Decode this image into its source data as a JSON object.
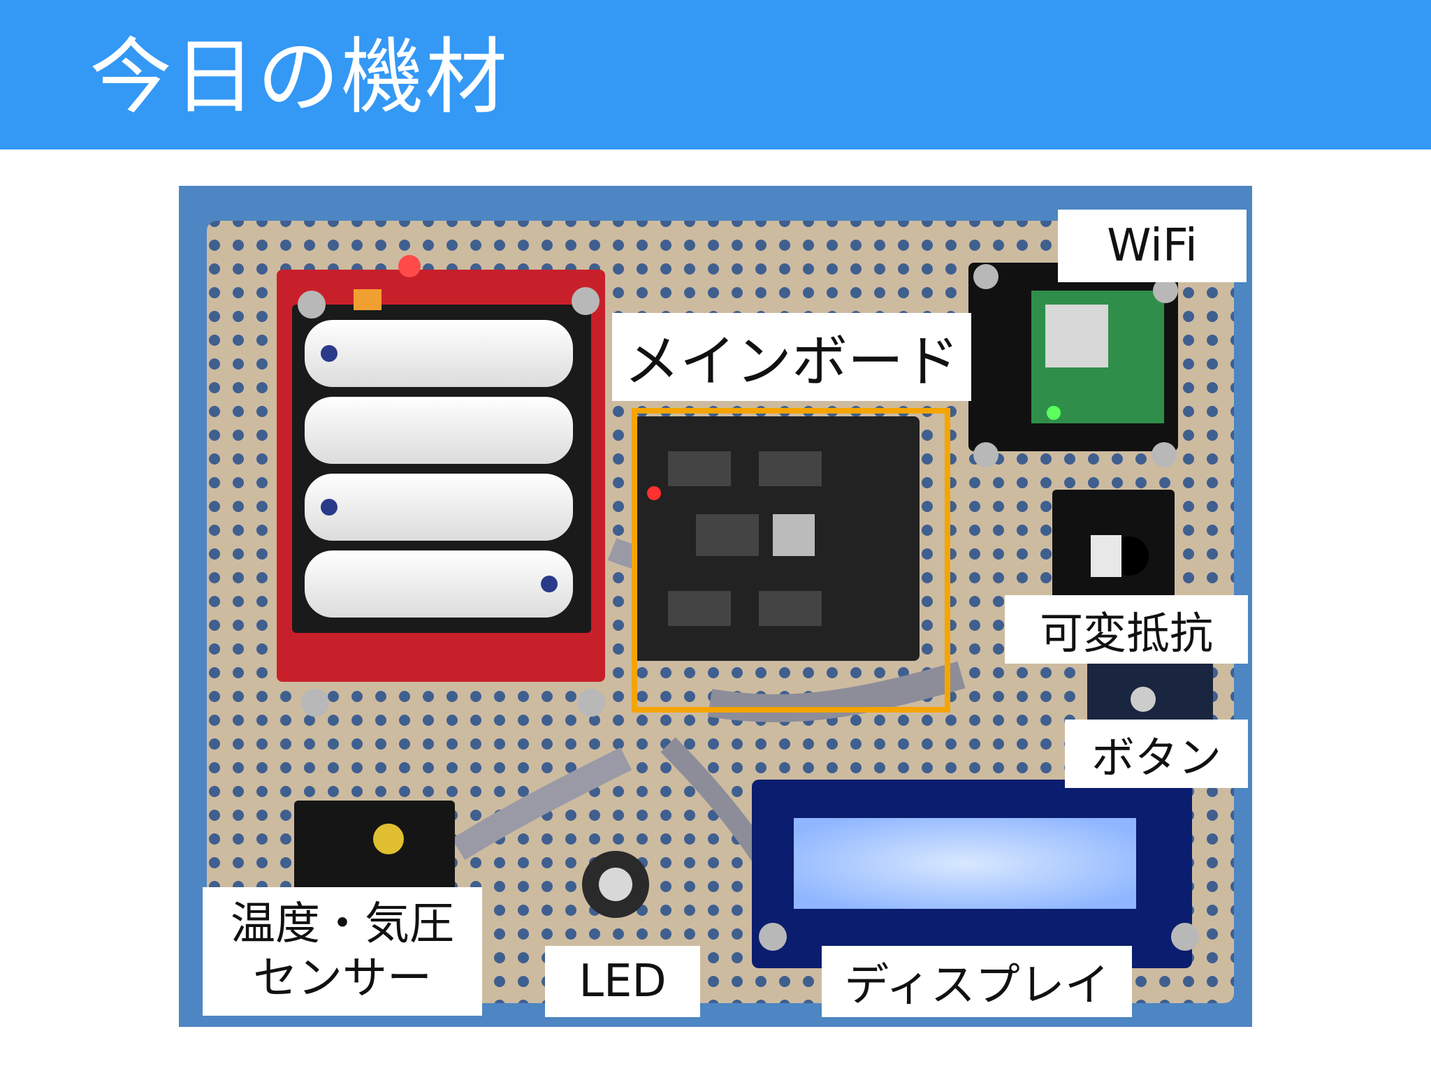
{
  "slide": {
    "title": "今日の機材"
  },
  "labels": {
    "wifi": "WiFi",
    "mainboard": "メインボード",
    "potentiometer": "可変抵抗",
    "button": "ボタン",
    "sensor_line1": "温度・気圧",
    "sensor_line2": "センサー",
    "led": "LED",
    "display": "ディスプレイ"
  },
  "colors": {
    "header": "#3498f5",
    "highlight": "#f5a400",
    "label_bg": "#ffffff",
    "board": "#c9b79c"
  }
}
